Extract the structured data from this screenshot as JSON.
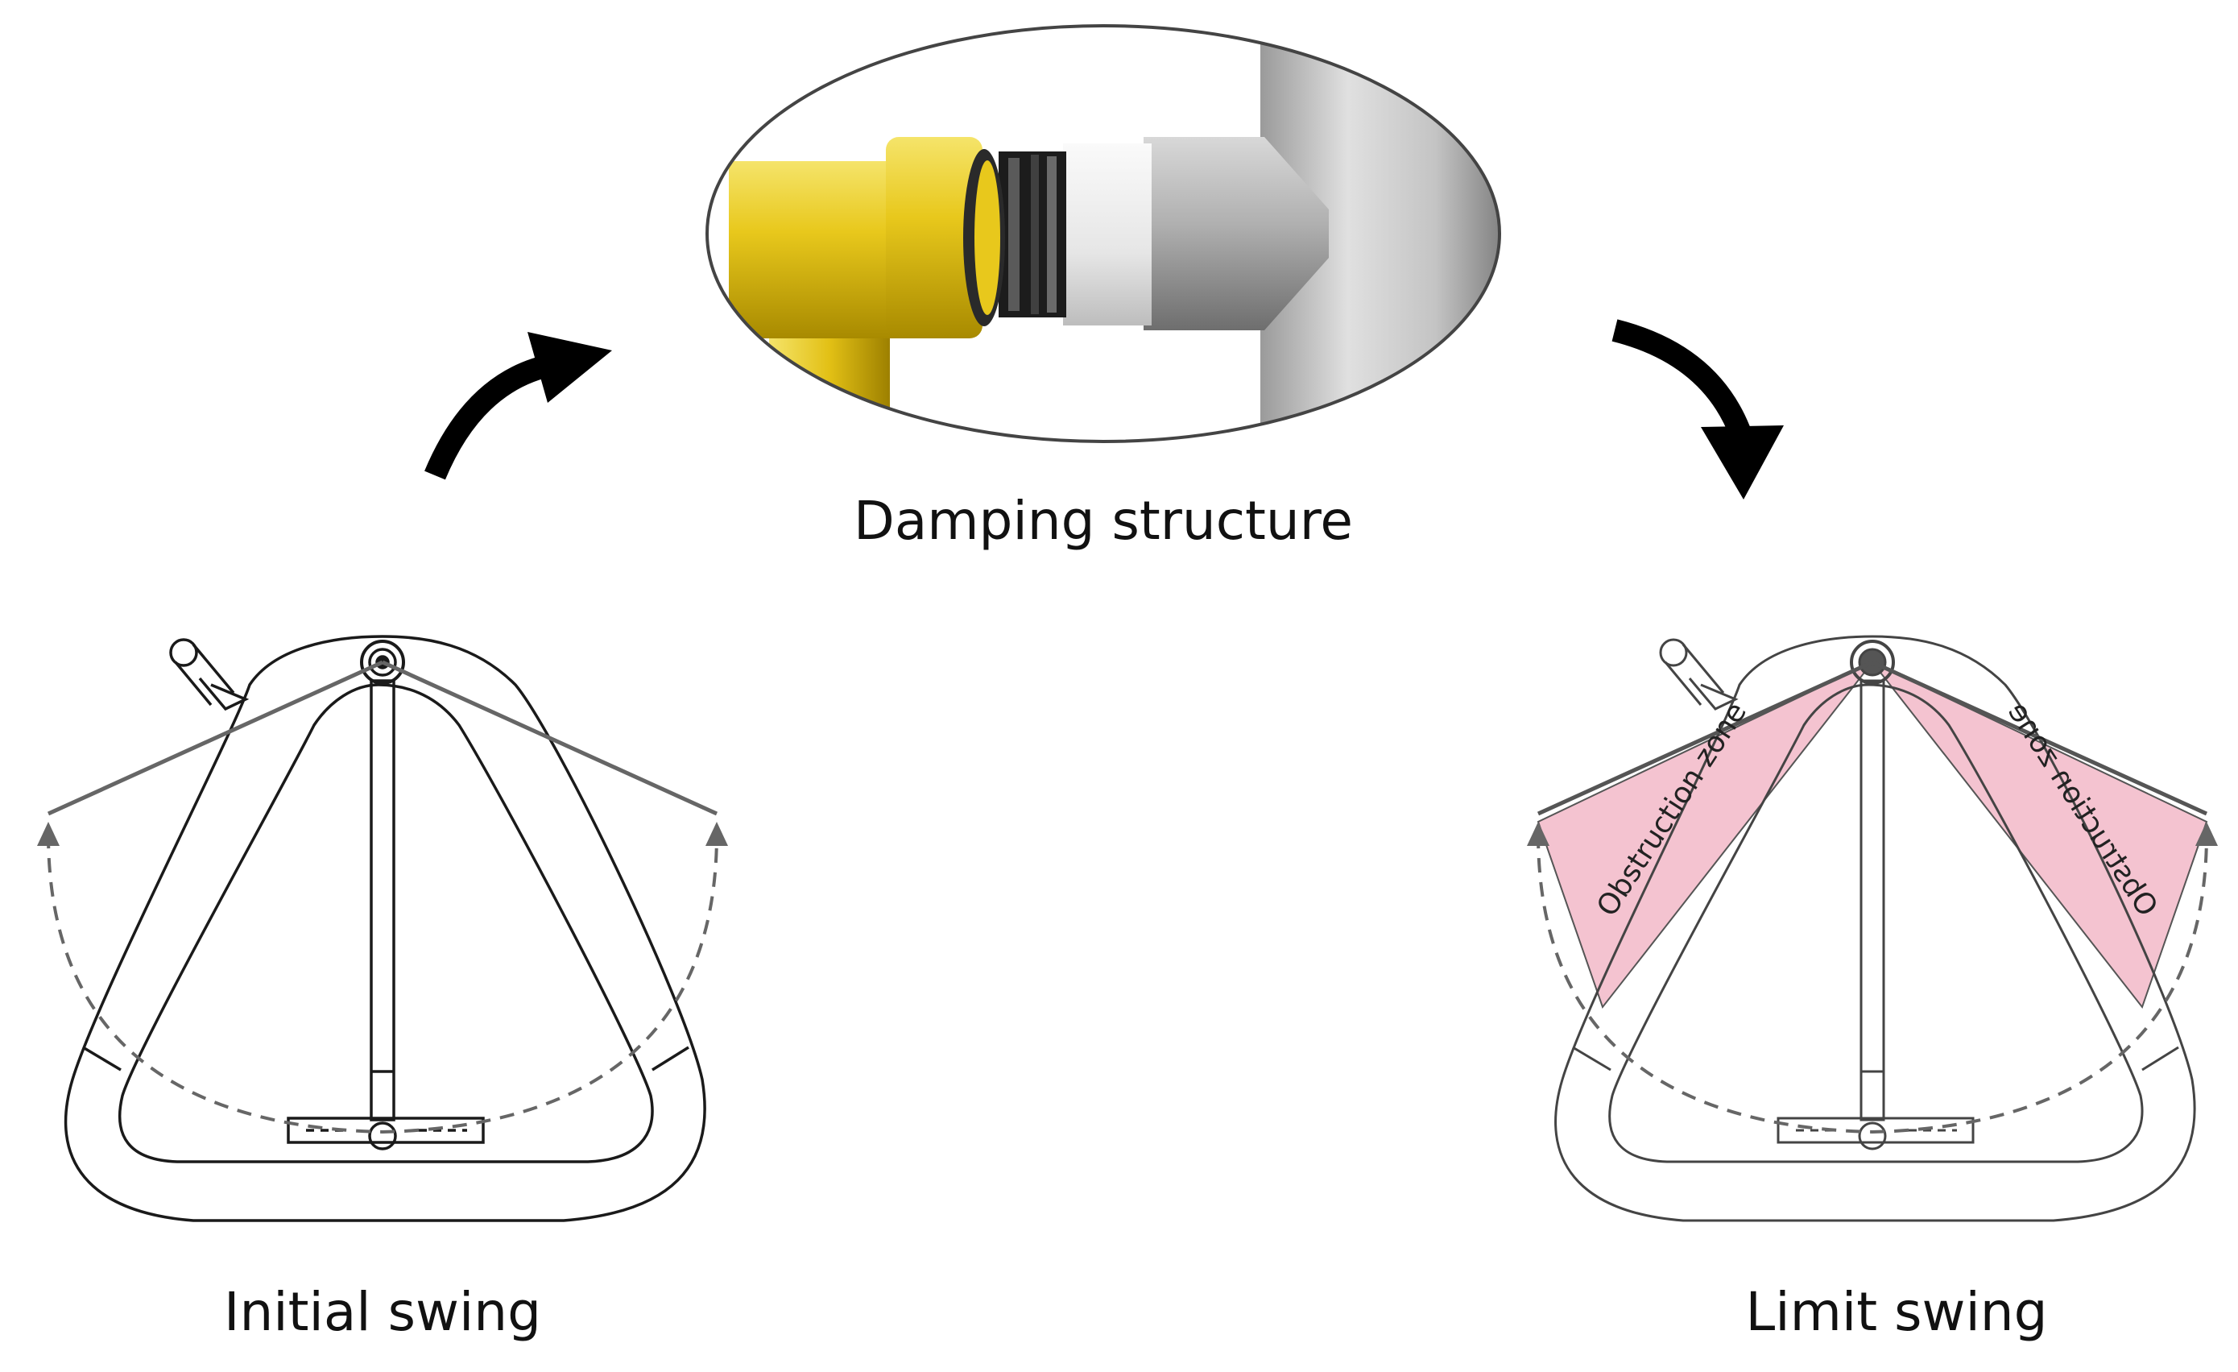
{
  "captions": {
    "damping": "Damping structure",
    "initial": "Initial swing",
    "limit": "Limit swing"
  },
  "zones": {
    "left": "Obstruction zone",
    "right": "Obstruction zone"
  },
  "colors": {
    "obstruction_fill": "#f2b8c8",
    "arrow": "#000000",
    "line": "#1a1a1a",
    "swing_line": "#666666",
    "yellow_part": "#e8c81c",
    "gray_part": "#b5b5b5"
  }
}
